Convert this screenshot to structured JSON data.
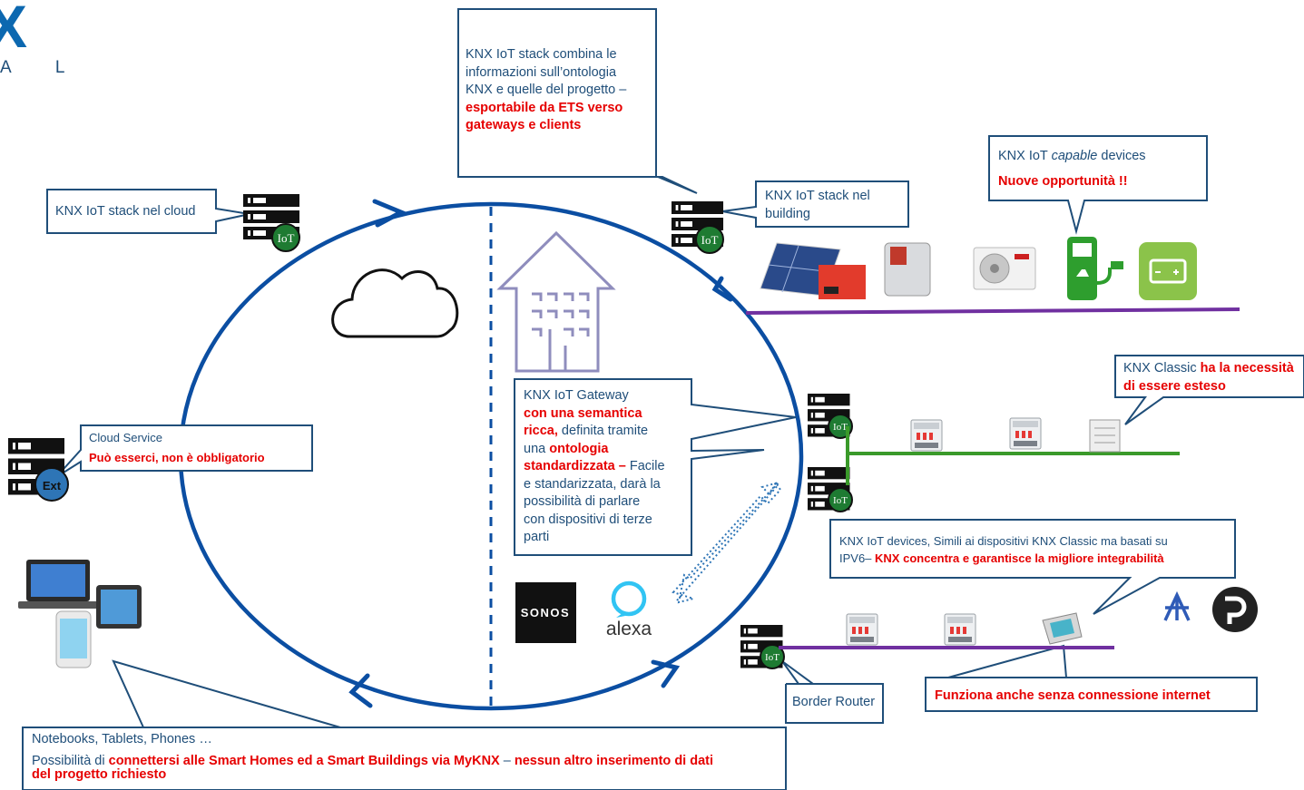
{
  "logo": {
    "mark": "X",
    "sub": "A L"
  },
  "callouts": {
    "ets": {
      "l1": "KNX IoT stack combina le",
      "l2": "informazioni sull’ontologia",
      "l3": "KNX e quelle del progetto –",
      "h1": "esportabile da ETS verso",
      "h2": "gateways e clients"
    },
    "cloud_stack": {
      "text": "KNX IoT stack nel cloud"
    },
    "building_stack": {
      "l1": "KNX IoT stack nel",
      "l2": "building"
    },
    "capable": {
      "pre": "KNX IoT ",
      "em": "capable",
      "post": " devices",
      "hl": "Nuove opportunità !!"
    },
    "classic": {
      "pre": "KNX Classic ",
      "hl1": "ha la necessità",
      "hl2": "di essere esteso"
    },
    "cloud_service": {
      "text": "Cloud Service",
      "hl": "Può esserci, non è obbligatorio"
    },
    "gateway": {
      "l1": "KNX IoT Gateway",
      "h1": "con una semantica",
      "h2": "ricca,",
      "t2": " definita tramite",
      "t3": "una ",
      "h3": "ontologia",
      "h4": "standardizzata –",
      "t4": " Facile",
      "l5": "e standarizzata, darà la",
      "l6": "possibilità di parlare",
      "l7": "con dispositivi di terze",
      "l8": "parti"
    },
    "iot_devices": {
      "l1": "KNX IoT devices, Simili ai dispositivi KNX Classic ma basati su",
      "pre2": "IPV6– ",
      "hl": "KNX concentra e garantisce la migliore integrabilità"
    },
    "border_router": {
      "text": "Border Router"
    },
    "no_internet": {
      "hl": "Funziona anche senza connessione internet"
    },
    "notebooks": {
      "l1": "Notebooks, Tablets, Phones …",
      "pre2": "Possibilità di ",
      "hl1": "connettersi alle Smart Homes ed a Smart Buildings via MyKNX",
      "mid": " – ",
      "hl2": "nessun altro inserimento di dati",
      "hl3": "del progetto richiesto"
    }
  },
  "badges": {
    "iot": "IoT",
    "ext": "Ext"
  },
  "brands": {
    "sonos": "SONOS",
    "alexa": "alexa"
  },
  "colors": {
    "callout_border": "#1f4e79",
    "callout_text": "#1f4e79",
    "highlight": "#e60000",
    "circle": "#0b4ea2",
    "bus_purple": "#7030a0",
    "bus_green": "#3a9a2a",
    "iot_badge": "#1e7b32",
    "ext_badge": "#2e75b6"
  }
}
